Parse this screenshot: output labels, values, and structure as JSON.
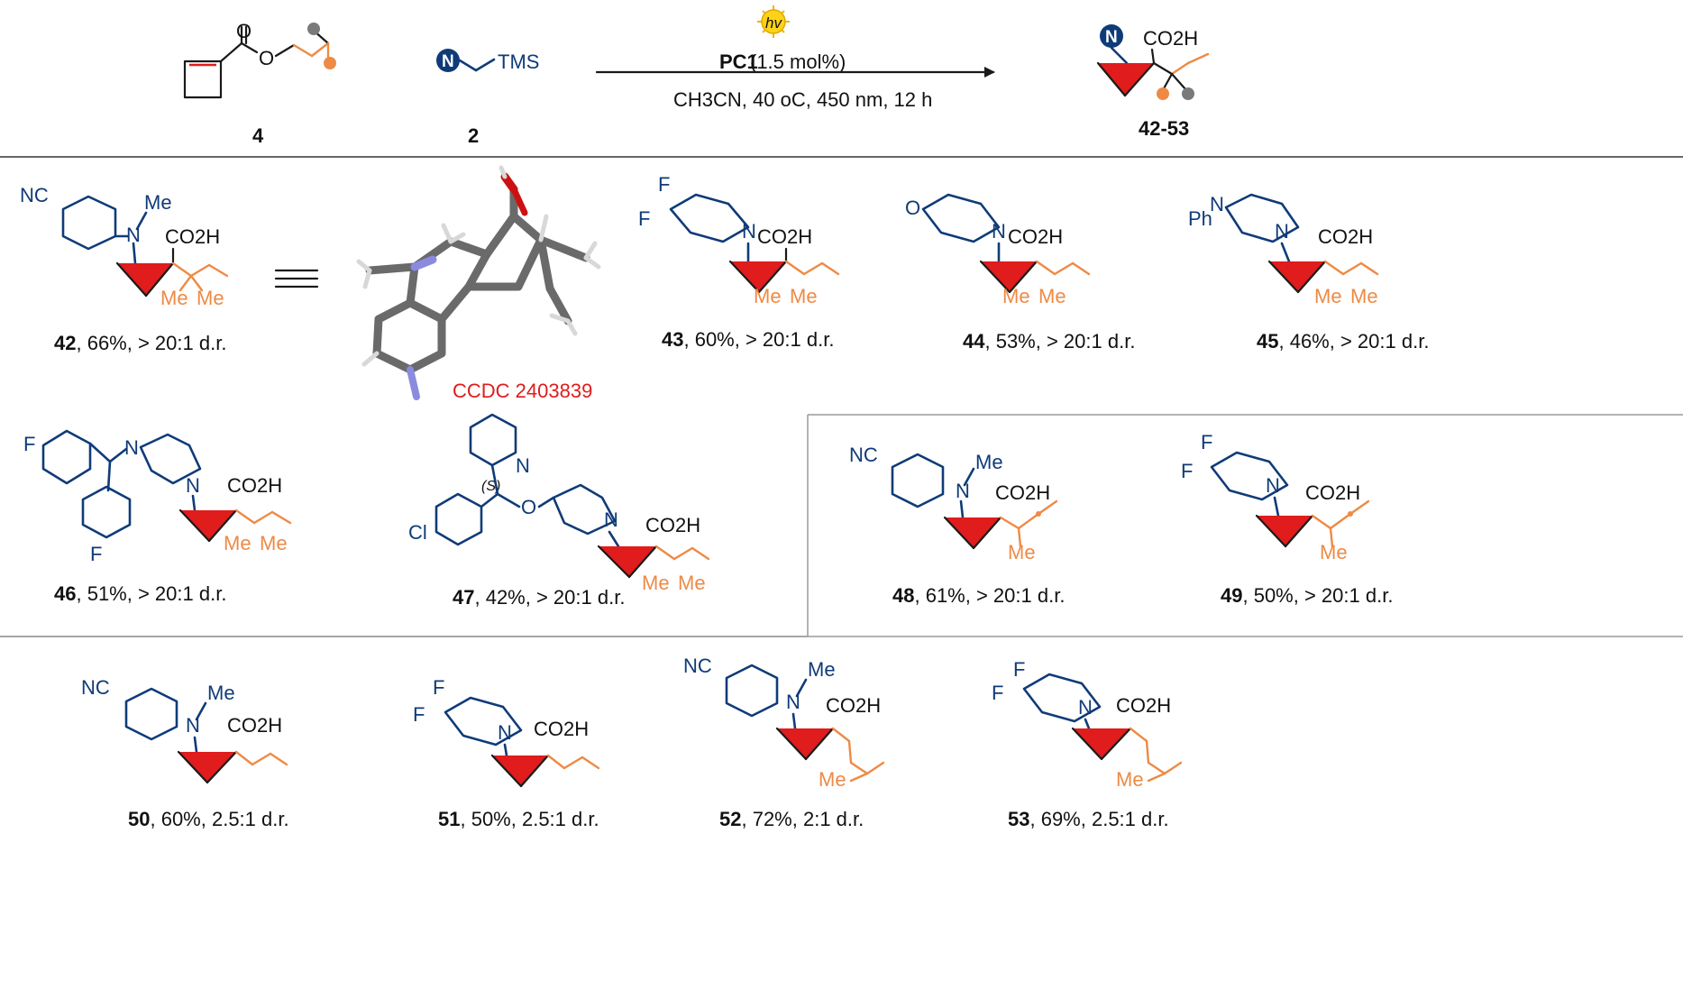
{
  "colors": {
    "amine": "#0f3b78",
    "substituent": "#ee8a45",
    "cyclobutane": "#e01c1c",
    "ccdc": "#e01c1c"
  },
  "header": {
    "reagent_4": "4",
    "reagent_2": "2",
    "tms": "TMS",
    "n_badge": "N",
    "hv": "hv",
    "catalyst": "PC1",
    "loading": " (1.5 mol%)",
    "conditions": "CH3CN, 40 oC, 450 nm, 12 h",
    "product_range": "42-53",
    "co2h": "CO2H"
  },
  "xray": {
    "label": "CCDC 2403839"
  },
  "compounds": [
    {
      "id": "42",
      "rest": ", 66%, > 20:1 d.r."
    },
    {
      "id": "43",
      "rest": ", 60%, > 20:1 d.r."
    },
    {
      "id": "44",
      "rest": ", 53%, > 20:1 d.r."
    },
    {
      "id": "45",
      "rest": ", 46%, > 20:1 d.r."
    },
    {
      "id": "46",
      "rest": ", 51%, > 20:1 d.r."
    },
    {
      "id": "47",
      "rest": ", 42%, > 20:1 d.r."
    },
    {
      "id": "48",
      "rest": ", 61%, > 20:1 d.r."
    },
    {
      "id": "49",
      "rest": ", 50%, > 20:1 d.r."
    },
    {
      "id": "50",
      "rest": ", 60%, 2.5:1 d.r."
    },
    {
      "id": "51",
      "rest": ", 50%, 2.5:1 d.r."
    },
    {
      "id": "52",
      "rest": ", 72%, 2:1 d.r."
    },
    {
      "id": "53",
      "rest": ", 69%, 2.5:1 d.r."
    }
  ],
  "atoms": {
    "nc": "NC",
    "me": "Me",
    "n": "N",
    "f": "F",
    "o": "O",
    "ph": "Ph",
    "cl": "Cl",
    "s": "(S)"
  }
}
